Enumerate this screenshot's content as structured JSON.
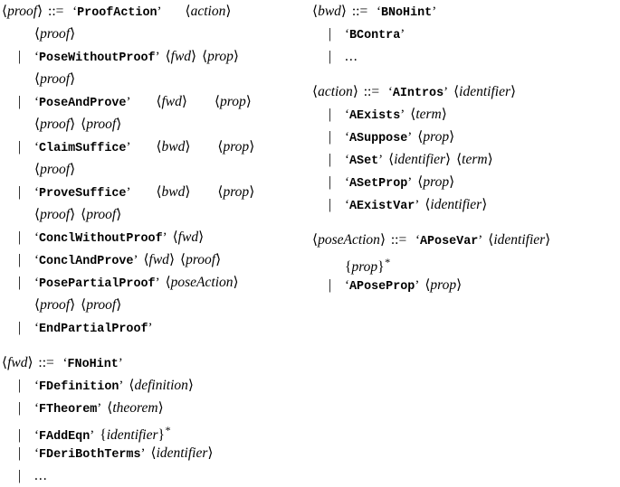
{
  "document": {
    "type": "bnf-grammar",
    "background": "#ffffff",
    "foreground": "#000000",
    "defeq": "::=",
    "bar": "|",
    "ellipsis": "...",
    "columns": [
      {
        "name": "left-column",
        "rules": [
          {
            "lhs": "proof",
            "lines": [
              {
                "kind": "head",
                "parts": [
                  {
                    "t": "term",
                    "v": "ProofAction"
                  },
                  {
                    "t": "gap",
                    "v": "26"
                  },
                  {
                    "t": "nonterm",
                    "v": "action"
                  }
                ]
              },
              {
                "kind": "cont",
                "parts": [
                  {
                    "t": "nonterm",
                    "v": "proof"
                  }
                ]
              },
              {
                "kind": "alt",
                "parts": [
                  {
                    "t": "term",
                    "v": "PoseWithoutProof"
                  },
                  {
                    "t": "sp"
                  },
                  {
                    "t": "nonterm",
                    "v": "fwd"
                  },
                  {
                    "t": "sp"
                  },
                  {
                    "t": "nonterm",
                    "v": "prop"
                  }
                ]
              },
              {
                "kind": "cont",
                "parts": [
                  {
                    "t": "nonterm",
                    "v": "proof"
                  }
                ]
              },
              {
                "kind": "alt",
                "parts": [
                  {
                    "t": "term",
                    "v": "PoseAndProve"
                  },
                  {
                    "t": "gap",
                    "v": "28"
                  },
                  {
                    "t": "nonterm",
                    "v": "fwd"
                  },
                  {
                    "t": "gap",
                    "v": "30"
                  },
                  {
                    "t": "nonterm",
                    "v": "prop"
                  }
                ]
              },
              {
                "kind": "cont",
                "parts": [
                  {
                    "t": "nonterm",
                    "v": "proof"
                  },
                  {
                    "t": "sp"
                  },
                  {
                    "t": "nonterm",
                    "v": "proof"
                  }
                ]
              },
              {
                "kind": "alt",
                "parts": [
                  {
                    "t": "term",
                    "v": "ClaimSuffice"
                  },
                  {
                    "t": "gap",
                    "v": "28"
                  },
                  {
                    "t": "nonterm",
                    "v": "bwd"
                  },
                  {
                    "t": "gap",
                    "v": "30"
                  },
                  {
                    "t": "nonterm",
                    "v": "prop"
                  }
                ]
              },
              {
                "kind": "cont",
                "parts": [
                  {
                    "t": "nonterm",
                    "v": "proof"
                  }
                ]
              },
              {
                "kind": "alt",
                "parts": [
                  {
                    "t": "term",
                    "v": "ProveSuffice"
                  },
                  {
                    "t": "gap",
                    "v": "28"
                  },
                  {
                    "t": "nonterm",
                    "v": "bwd"
                  },
                  {
                    "t": "gap",
                    "v": "30"
                  },
                  {
                    "t": "nonterm",
                    "v": "prop"
                  }
                ]
              },
              {
                "kind": "cont",
                "parts": [
                  {
                    "t": "nonterm",
                    "v": "proof"
                  },
                  {
                    "t": "sp"
                  },
                  {
                    "t": "nonterm",
                    "v": "proof"
                  }
                ]
              },
              {
                "kind": "alt",
                "parts": [
                  {
                    "t": "term",
                    "v": "ConclWithoutProof"
                  },
                  {
                    "t": "sp"
                  },
                  {
                    "t": "nonterm",
                    "v": "fwd"
                  }
                ]
              },
              {
                "kind": "alt",
                "parts": [
                  {
                    "t": "term",
                    "v": "ConclAndProve"
                  },
                  {
                    "t": "sp"
                  },
                  {
                    "t": "nonterm",
                    "v": "fwd"
                  },
                  {
                    "t": "sp"
                  },
                  {
                    "t": "nonterm",
                    "v": "proof"
                  }
                ]
              },
              {
                "kind": "alt",
                "parts": [
                  {
                    "t": "term",
                    "v": "PosePartialProof"
                  },
                  {
                    "t": "sp"
                  },
                  {
                    "t": "nonterm",
                    "v": "poseAction"
                  }
                ]
              },
              {
                "kind": "cont",
                "parts": [
                  {
                    "t": "nonterm",
                    "v": "proof"
                  },
                  {
                    "t": "sp"
                  },
                  {
                    "t": "nonterm",
                    "v": "proof"
                  }
                ]
              },
              {
                "kind": "alt",
                "parts": [
                  {
                    "t": "term",
                    "v": "EndPartialProof"
                  }
                ]
              }
            ]
          },
          {
            "lhs": "fwd",
            "lines": [
              {
                "kind": "head",
                "parts": [
                  {
                    "t": "term",
                    "v": "FNoHint"
                  }
                ]
              },
              {
                "kind": "alt",
                "parts": [
                  {
                    "t": "term",
                    "v": "FDefinition"
                  },
                  {
                    "t": "sp"
                  },
                  {
                    "t": "nonterm",
                    "v": "definition"
                  }
                ]
              },
              {
                "kind": "alt",
                "parts": [
                  {
                    "t": "term",
                    "v": "FTheorem"
                  },
                  {
                    "t": "sp"
                  },
                  {
                    "t": "nonterm",
                    "v": "theorem"
                  }
                ]
              },
              {
                "kind": "alt",
                "parts": [
                  {
                    "t": "term",
                    "v": "FAddEqn"
                  },
                  {
                    "t": "sp"
                  },
                  {
                    "t": "rep",
                    "v": "identifier"
                  }
                ]
              },
              {
                "kind": "alt",
                "parts": [
                  {
                    "t": "term",
                    "v": "FDeriBothTerms"
                  },
                  {
                    "t": "sp"
                  },
                  {
                    "t": "nonterm",
                    "v": "identifier"
                  }
                ]
              },
              {
                "kind": "alt",
                "parts": [
                  {
                    "t": "ellipsis"
                  }
                ]
              }
            ]
          }
        ]
      },
      {
        "name": "right-column",
        "rules": [
          {
            "lhs": "bwd",
            "lines": [
              {
                "kind": "head",
                "parts": [
                  {
                    "t": "term",
                    "v": "BNoHint"
                  }
                ]
              },
              {
                "kind": "alt",
                "parts": [
                  {
                    "t": "term",
                    "v": "BContra"
                  }
                ]
              },
              {
                "kind": "alt",
                "parts": [
                  {
                    "t": "ellipsis"
                  }
                ]
              }
            ]
          },
          {
            "lhs": "action",
            "lines": [
              {
                "kind": "head",
                "parts": [
                  {
                    "t": "term",
                    "v": "AIntros"
                  },
                  {
                    "t": "sp"
                  },
                  {
                    "t": "nonterm",
                    "v": "identifier"
                  }
                ]
              },
              {
                "kind": "alt",
                "parts": [
                  {
                    "t": "term",
                    "v": "AExists"
                  },
                  {
                    "t": "sp"
                  },
                  {
                    "t": "nonterm",
                    "v": "term"
                  }
                ]
              },
              {
                "kind": "alt",
                "parts": [
                  {
                    "t": "term",
                    "v": "ASuppose"
                  },
                  {
                    "t": "sp"
                  },
                  {
                    "t": "nonterm",
                    "v": "prop"
                  }
                ]
              },
              {
                "kind": "alt",
                "parts": [
                  {
                    "t": "term",
                    "v": "ASet"
                  },
                  {
                    "t": "sp"
                  },
                  {
                    "t": "nonterm",
                    "v": "identifier"
                  },
                  {
                    "t": "sp"
                  },
                  {
                    "t": "nonterm",
                    "v": "term"
                  }
                ]
              },
              {
                "kind": "alt",
                "parts": [
                  {
                    "t": "term",
                    "v": "ASetProp"
                  },
                  {
                    "t": "sp"
                  },
                  {
                    "t": "nonterm",
                    "v": "prop"
                  }
                ]
              },
              {
                "kind": "alt",
                "parts": [
                  {
                    "t": "term",
                    "v": "AExistVar"
                  },
                  {
                    "t": "sp"
                  },
                  {
                    "t": "nonterm",
                    "v": "identifier"
                  }
                ]
              }
            ]
          },
          {
            "lhs": "poseAction",
            "lines": [
              {
                "kind": "head",
                "parts": [
                  {
                    "t": "term",
                    "v": "APoseVar"
                  },
                  {
                    "t": "sp"
                  },
                  {
                    "t": "nonterm",
                    "v": "identifier"
                  }
                ]
              },
              {
                "kind": "cont",
                "parts": [
                  {
                    "t": "rep",
                    "v": "prop"
                  }
                ]
              },
              {
                "kind": "alt",
                "parts": [
                  {
                    "t": "term",
                    "v": "APoseProp"
                  },
                  {
                    "t": "sp"
                  },
                  {
                    "t": "nonterm",
                    "v": "prop"
                  }
                ]
              }
            ]
          }
        ]
      }
    ]
  }
}
